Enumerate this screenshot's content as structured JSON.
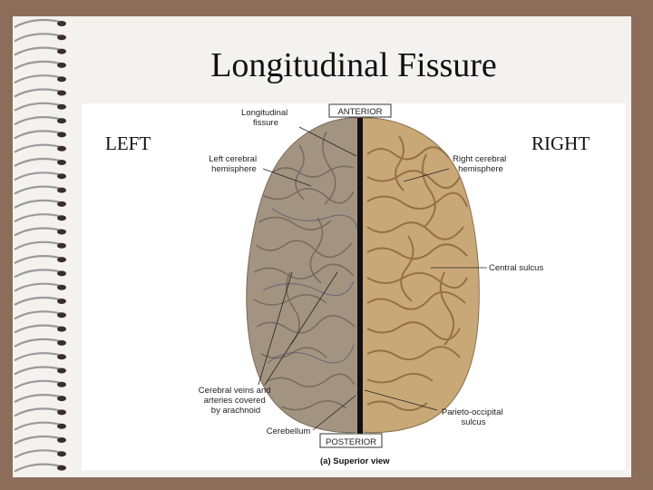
{
  "slide": {
    "title": "Longitudinal Fissure",
    "left_label": "LEFT",
    "right_label": "RIGHT"
  },
  "figure": {
    "top_tag": "ANTERIOR",
    "bottom_tag": "POSTERIOR",
    "caption": "(a) Superior view",
    "labels": {
      "longitudinal_fissure": [
        "Longitudinal",
        "fissure"
      ],
      "left_hemisphere": [
        "Left cerebral",
        "hemisphere"
      ],
      "right_hemisphere": [
        "Right cerebral",
        "hemisphere"
      ],
      "central_sulcus": "Central sulcus",
      "cerebral_veins": [
        "Cerebral veins and",
        "arteries covered",
        "by arachnoid"
      ],
      "cerebellum": "Cerebellum",
      "parieto_occipital": [
        "Parieto-occipital",
        "sulcus"
      ]
    }
  },
  "colors": {
    "frame": "#8b6d5a",
    "page": "#f4f2ee",
    "left_hemisphere": "#a39482",
    "right_hemisphere": "#c9a878",
    "fissure": "#111111"
  }
}
